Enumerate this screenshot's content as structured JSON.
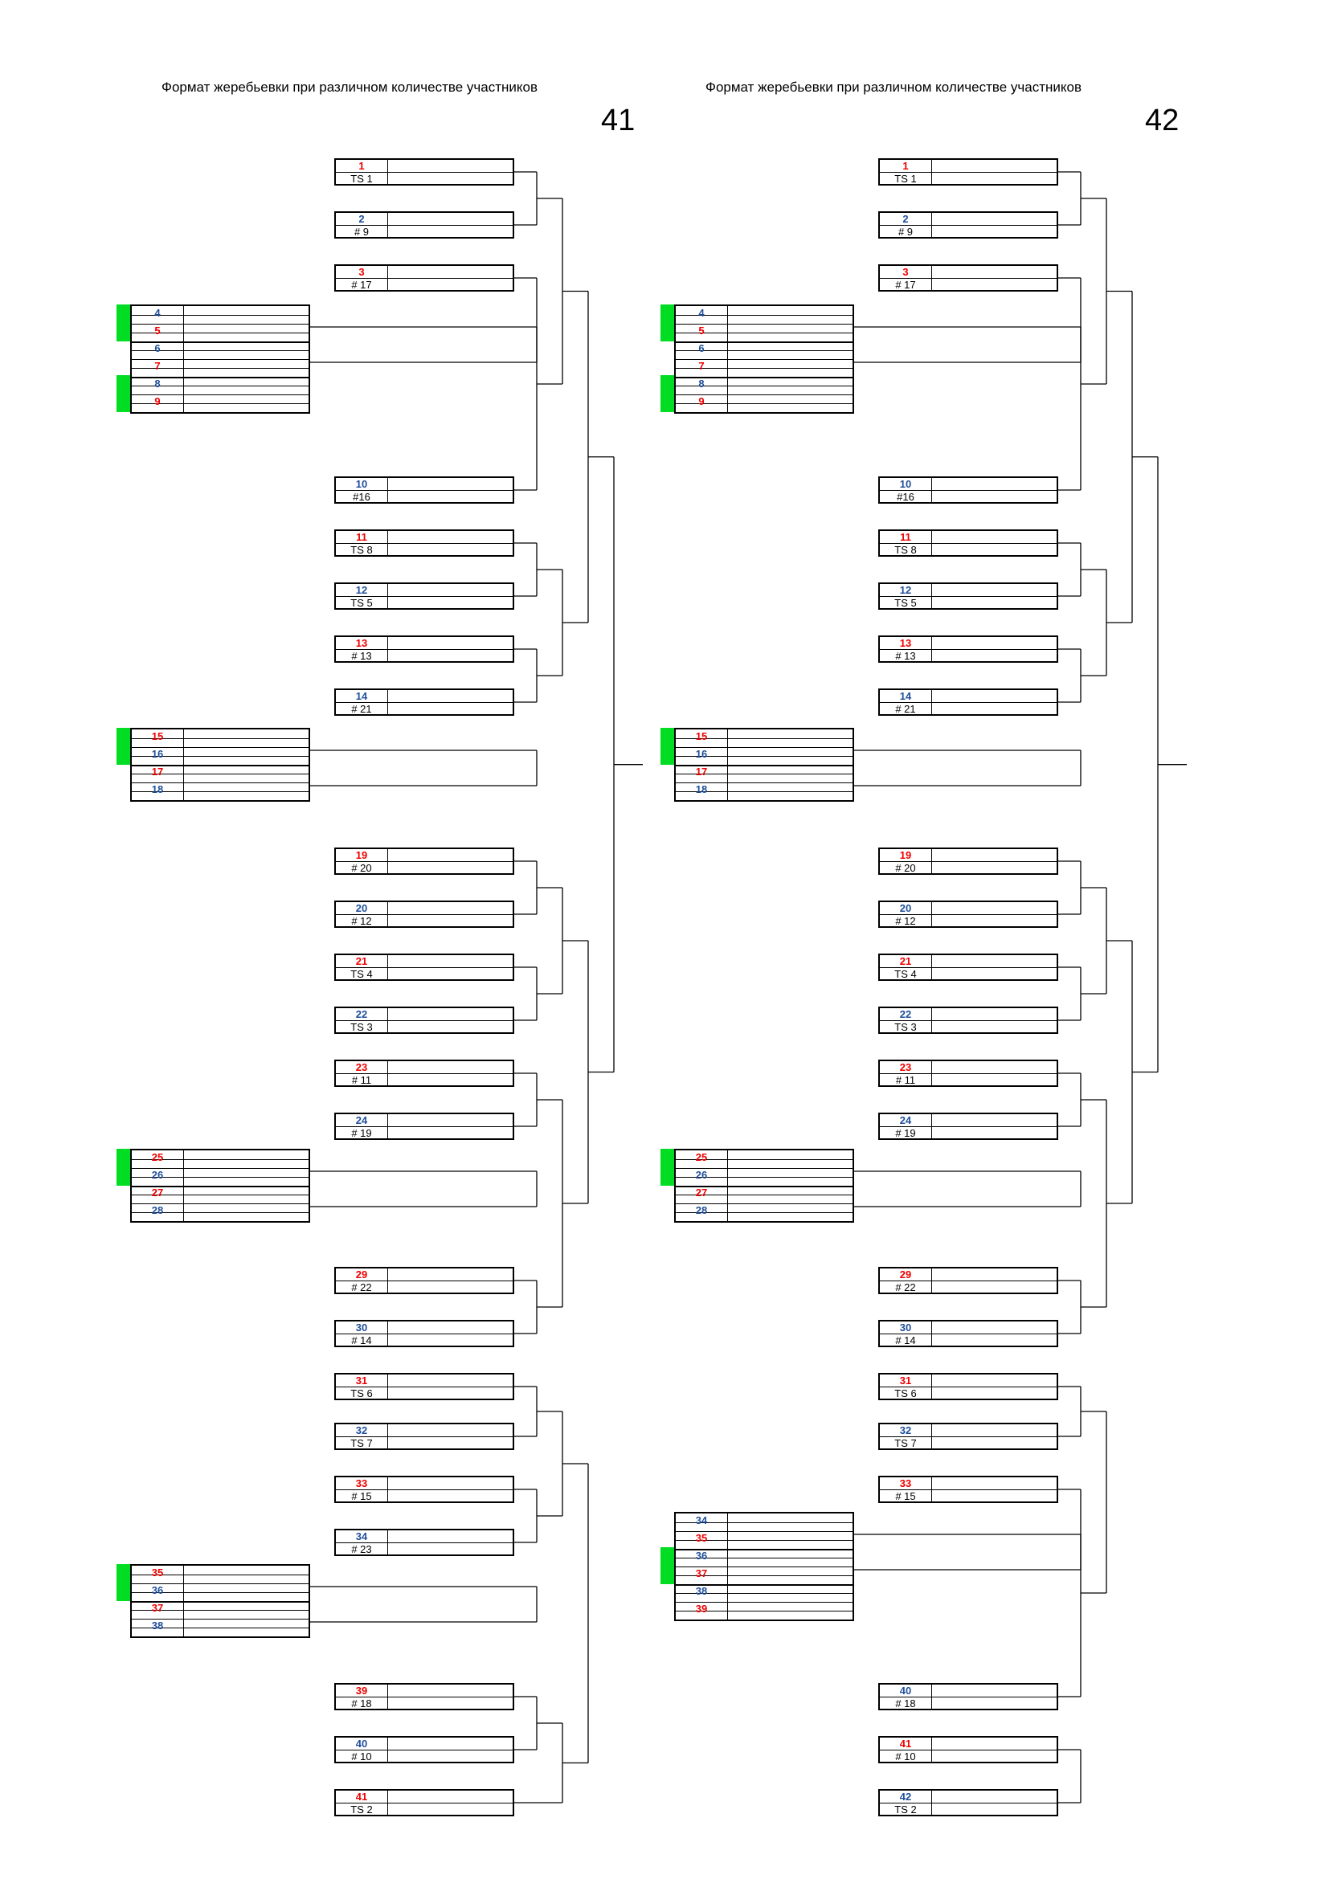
{
  "panels": [
    {
      "title": "Формат жеребьевки при различном количестве участников",
      "count": "41",
      "singles_top": [
        {
          "num": "1",
          "seed": "TS 1"
        },
        {
          "num": "2",
          "seed": "# 9"
        },
        {
          "num": "3",
          "seed": "# 17"
        },
        {
          "num": "10",
          "seed": "#16"
        },
        {
          "num": "11",
          "seed": "TS 8"
        },
        {
          "num": "12",
          "seed": "TS 5"
        },
        {
          "num": "13",
          "seed": "# 13"
        },
        {
          "num": "14",
          "seed": "# 21"
        },
        {
          "num": "19",
          "seed": "# 20"
        },
        {
          "num": "20",
          "seed": "# 12"
        },
        {
          "num": "21",
          "seed": "TS 4"
        },
        {
          "num": "22",
          "seed": "TS 3"
        },
        {
          "num": "23",
          "seed": "# 11"
        },
        {
          "num": "24",
          "seed": "# 19"
        },
        {
          "num": "29",
          "seed": "# 22"
        },
        {
          "num": "30",
          "seed": "# 14"
        },
        {
          "num": "31",
          "seed": "TS 6"
        },
        {
          "num": "32",
          "seed": "TS 7"
        },
        {
          "num": "33",
          "seed": "# 15"
        },
        {
          "num": "34",
          "seed": "# 23"
        },
        {
          "num": "39",
          "seed": "# 18"
        },
        {
          "num": "40",
          "seed": "# 10"
        },
        {
          "num": "41",
          "seed": "TS 2"
        }
      ],
      "groups": [
        {
          "nums": [
            "4",
            "5",
            "6",
            "7",
            "8",
            "9"
          ]
        },
        {
          "nums": [
            "15",
            "16",
            "17",
            "18"
          ]
        },
        {
          "nums": [
            "25",
            "26",
            "27",
            "28"
          ]
        },
        {
          "nums": [
            "35",
            "36",
            "37",
            "38"
          ]
        }
      ]
    },
    {
      "title": "Формат жеребьевки при различном количестве участников",
      "count": "42",
      "singles_top": [
        {
          "num": "1",
          "seed": "TS 1"
        },
        {
          "num": "2",
          "seed": "# 9"
        },
        {
          "num": "3",
          "seed": "# 17"
        },
        {
          "num": "10",
          "seed": "#16"
        },
        {
          "num": "11",
          "seed": "TS 8"
        },
        {
          "num": "12",
          "seed": "TS 5"
        },
        {
          "num": "13",
          "seed": "# 13"
        },
        {
          "num": "14",
          "seed": "# 21"
        },
        {
          "num": "19",
          "seed": "# 20"
        },
        {
          "num": "20",
          "seed": "# 12"
        },
        {
          "num": "21",
          "seed": "TS 4"
        },
        {
          "num": "22",
          "seed": "TS 3"
        },
        {
          "num": "23",
          "seed": "# 11"
        },
        {
          "num": "24",
          "seed": "# 19"
        },
        {
          "num": "29",
          "seed": "# 22"
        },
        {
          "num": "30",
          "seed": "# 14"
        },
        {
          "num": "31",
          "seed": "TS 6"
        },
        {
          "num": "32",
          "seed": "TS 7"
        },
        {
          "num": "33",
          "seed": "# 15"
        },
        {
          "num": "40",
          "seed": "# 18"
        },
        {
          "num": "41",
          "seed": "# 10"
        },
        {
          "num": "42",
          "seed": "TS 2"
        }
      ],
      "groups": [
        {
          "nums": [
            "4",
            "5",
            "6",
            "7",
            "8",
            "9"
          ]
        },
        {
          "nums": [
            "15",
            "16",
            "17",
            "18"
          ]
        },
        {
          "nums": [
            "25",
            "26",
            "27",
            "28"
          ]
        },
        {
          "nums": [
            "34",
            "35",
            "36",
            "37",
            "38",
            "39"
          ]
        }
      ]
    }
  ],
  "colors": {
    "odd": "#ee0000",
    "even": "#1f4e9a",
    "marker": "#00dd22"
  }
}
